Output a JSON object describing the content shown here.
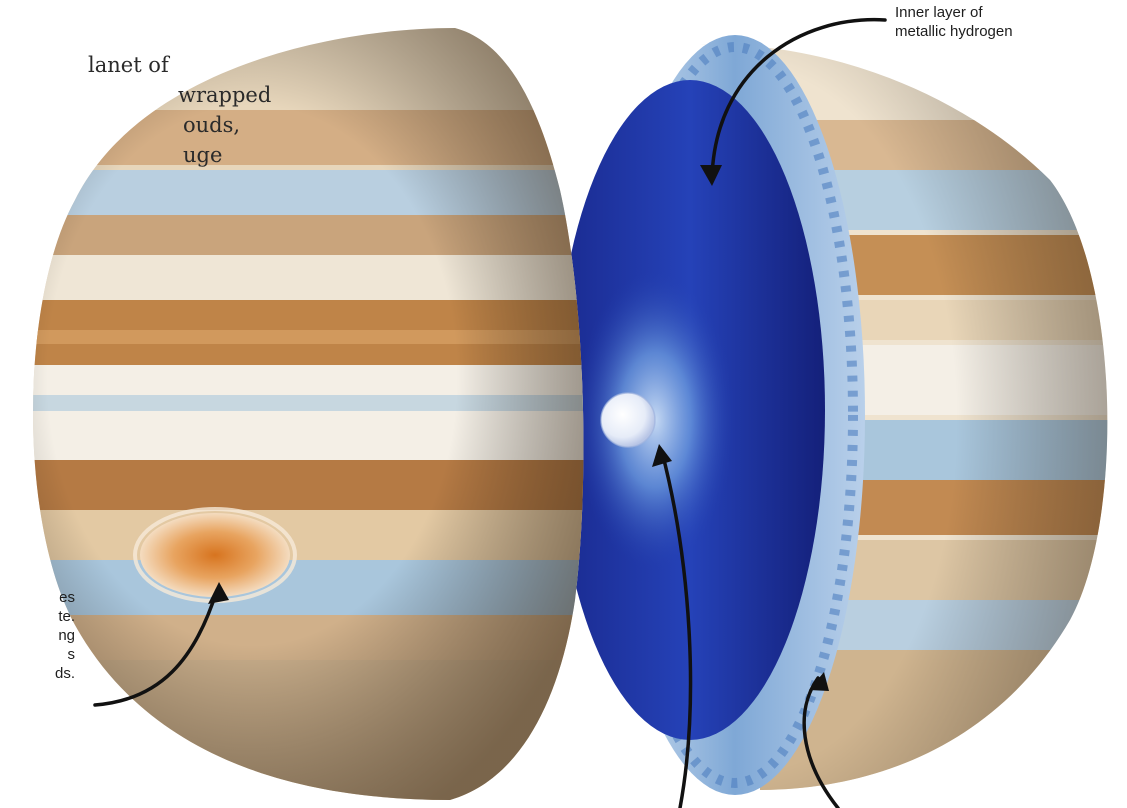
{
  "intro_text": {
    "lines": [
      "lanet of",
      "wrapped",
      "ouds,",
      "uge"
    ]
  },
  "labels": {
    "metallic_hydrogen": [
      "Inner layer of",
      "metallic hydrogen"
    ],
    "great_red_spot": [
      "es",
      "te.",
      "ng",
      "s",
      "ds."
    ]
  },
  "colors": {
    "background": "#ffffff",
    "jupiter_light": "#efe6d6",
    "jupiter_tan": "#c9a47c",
    "jupiter_brown": "#b57a44",
    "jupiter_blue_band": "#a9c6dc",
    "great_red_spot": "#d9803c",
    "hydrogen_inner": "#1f34a8",
    "hydrogen_outer_layer": "#7aa9d8",
    "core": "#f2f4fb",
    "arrow": "#111111"
  }
}
